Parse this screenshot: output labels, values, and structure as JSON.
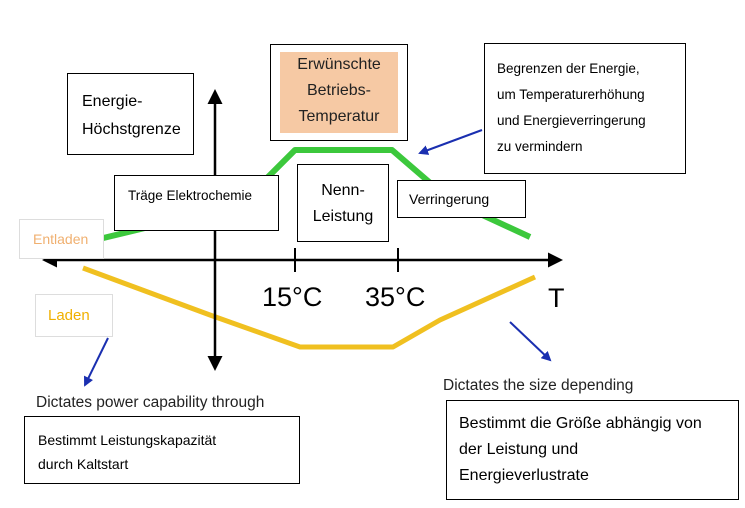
{
  "boxes": {
    "max_energy": "Energie-\nHöchstgrenze",
    "desired_temp": "Erwünschte\nBetriebs-\nTemperatur",
    "limit_energy": "Begrenzen der Energie,\num Temperaturerhöhung\nund Energieverringerung\nzu vermindern",
    "slow_chem": "Träge Elektrochemie",
    "rated_power": "Nenn-\nLeistung",
    "reduction": "Verringerung",
    "discharge": "Entladen",
    "charge": "Laden",
    "cold_start": "Bestimmt Leistungskapazität\ndurch Kaltstart",
    "size": "Bestimmt die Größe abhängig von\nder Leistung und\nEnergieverlustrate"
  },
  "axis": {
    "t_label": "T",
    "tick_15": "15°C",
    "tick_35": "35°C"
  },
  "background_text": {
    "dictates_power": "Dictates power capability through",
    "dictates_size": "Dictates the size depending"
  },
  "colors": {
    "discharge_curve": "#3cc83c",
    "charge_curve": "#f0c020",
    "arrow_blue": "#1a2fb0",
    "desired_fill": "#f6c9a4",
    "discharge_text": "#f0b070",
    "charge_text": "#f0b000"
  }
}
